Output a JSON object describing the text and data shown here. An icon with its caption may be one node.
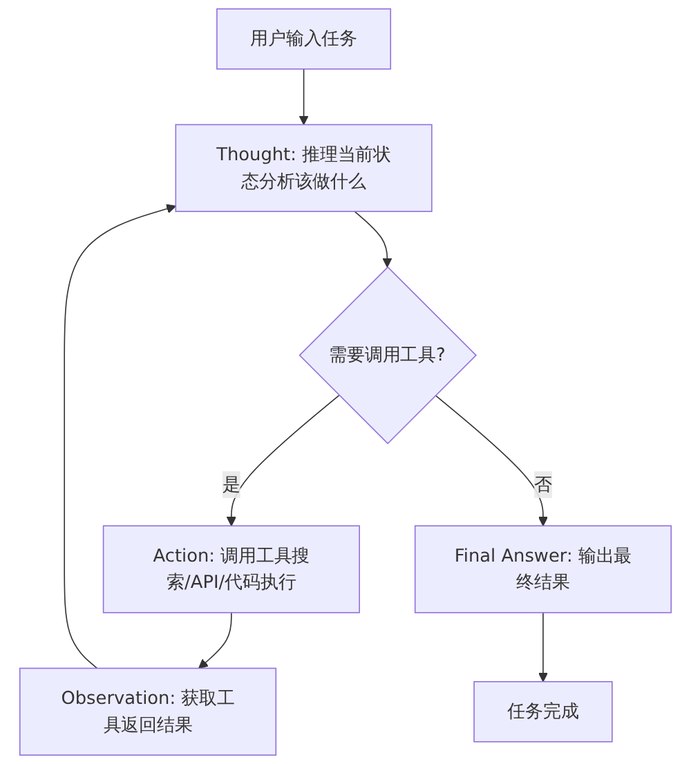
{
  "diagram": {
    "nodes": [
      {
        "text": [
          "用户输入任务"
        ]
      },
      {
        "text": [
          "Thought: 推理当前状态分析该做什么"
        ]
      },
      {
        "text": [
          "需要调用工具?"
        ]
      },
      {
        "text": [
          "Action: 调用工具搜索/API/代码执行"
        ]
      },
      {
        "text": [
          "Final Answer: 输出最终结果"
        ]
      },
      {
        "text": [
          "Observation: 获取工具返回结果"
        ]
      },
      {
        "text": [
          "任务完成"
        ]
      }
    ],
    "edges": [
      {
        "from": 0,
        "to": 1,
        "arrow": "to"
      },
      {
        "from": 1,
        "to": 2,
        "arrow": "to"
      },
      {
        "from": 2,
        "to": 3,
        "arrow": "to",
        "label": "是"
      },
      {
        "from": 2,
        "to": 4,
        "arrow": "to",
        "label": "否"
      },
      {
        "from": 3,
        "to": 5,
        "arrow": "to"
      },
      {
        "from": 5,
        "to": 1,
        "arrow": "to"
      },
      {
        "from": 4,
        "to": 6,
        "arrow": "to"
      }
    ]
  }
}
